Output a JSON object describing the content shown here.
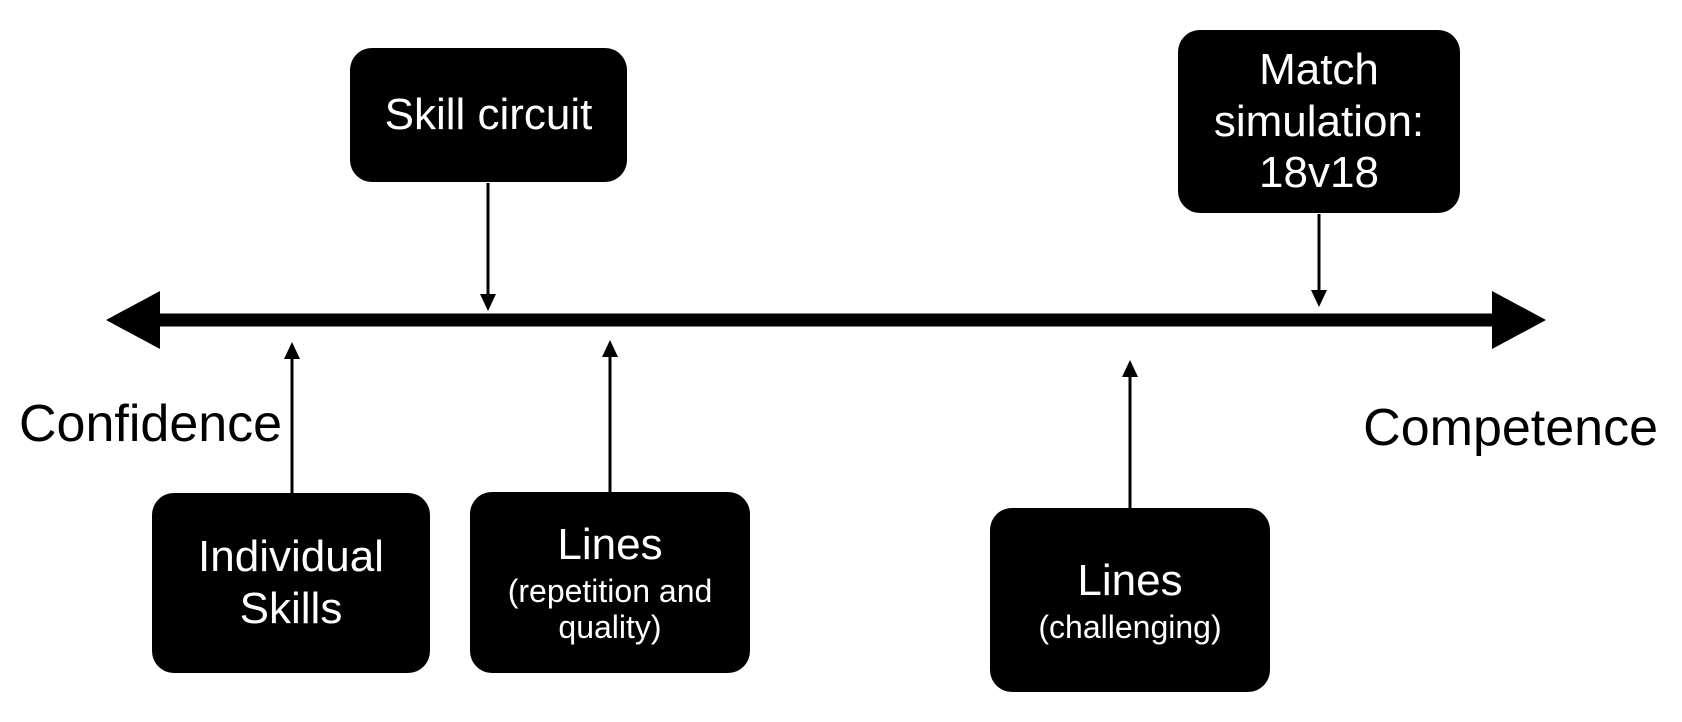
{
  "colors": {
    "background": "#ffffff",
    "node_background": "#000000",
    "node_text": "#ffffff",
    "axis_and_labels": "#000000"
  },
  "axis": {
    "left_label": "Confidence",
    "right_label": "Competence"
  },
  "nodes": {
    "skill_circuit": {
      "title": "Skill circuit"
    },
    "match_simulation": {
      "title": "Match\nsimulation:\n18v18"
    },
    "individual_skills": {
      "title": "Individual\nSkills"
    },
    "lines_repetition": {
      "title": "Lines",
      "subtitle": "(repetition and\nquality)"
    },
    "lines_challenging": {
      "title": "Lines",
      "subtitle": "(challenging)"
    }
  }
}
